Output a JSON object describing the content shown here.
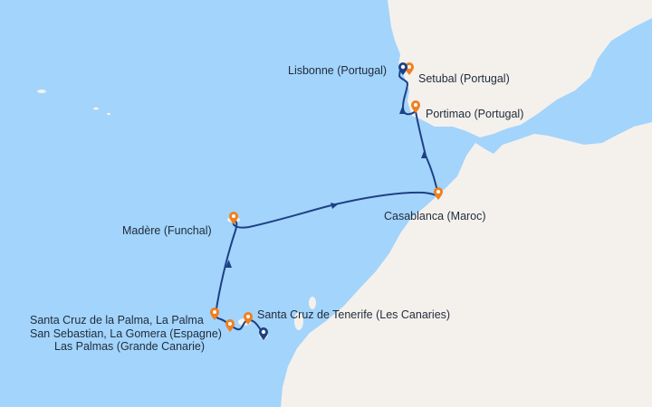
{
  "colors": {
    "sea": "#a3d4fb",
    "land": "#f4f1ed",
    "route": "#1d4185",
    "stop_pin": "#f0801f",
    "start_end_pin": "#1d4185"
  },
  "ports": [
    {
      "name": "Lisbonne (Portugal)",
      "role": "start-end"
    },
    {
      "name": "Setubal (Portugal)",
      "role": "stop"
    },
    {
      "name": "Portimao (Portugal)",
      "role": "stop"
    },
    {
      "name": "Casablanca (Maroc)",
      "role": "stop"
    },
    {
      "name": "Madère (Funchal)",
      "role": "stop"
    },
    {
      "name": "Santa Cruz de la Palma, La Palma",
      "role": "stop"
    },
    {
      "name": "San Sebastian, La Gomera (Espagne)",
      "role": "stop"
    },
    {
      "name": "Santa Cruz de Tenerife (Les Canaries)",
      "role": "stop"
    },
    {
      "name": "Las Palmas (Grande Canarie)",
      "role": "start-end"
    }
  ]
}
